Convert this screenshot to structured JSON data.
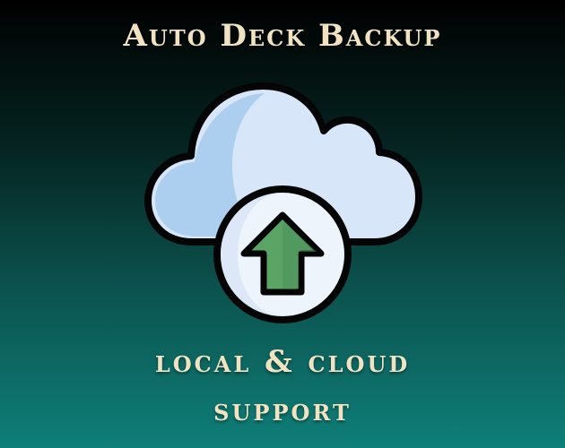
{
  "title": "Auto Deck Backup",
  "subtitle_line1": "local & cloud",
  "subtitle_line2": "support",
  "icon": "cloud-upload-icon",
  "colors": {
    "background_top": "#000000",
    "background_bottom": "#0f7f79",
    "text": "#f1e3c2",
    "cloud_light": "#dbe9fb",
    "cloud_shade": "#a9cced",
    "arrow": "#5aa466",
    "outline": "#050505"
  }
}
